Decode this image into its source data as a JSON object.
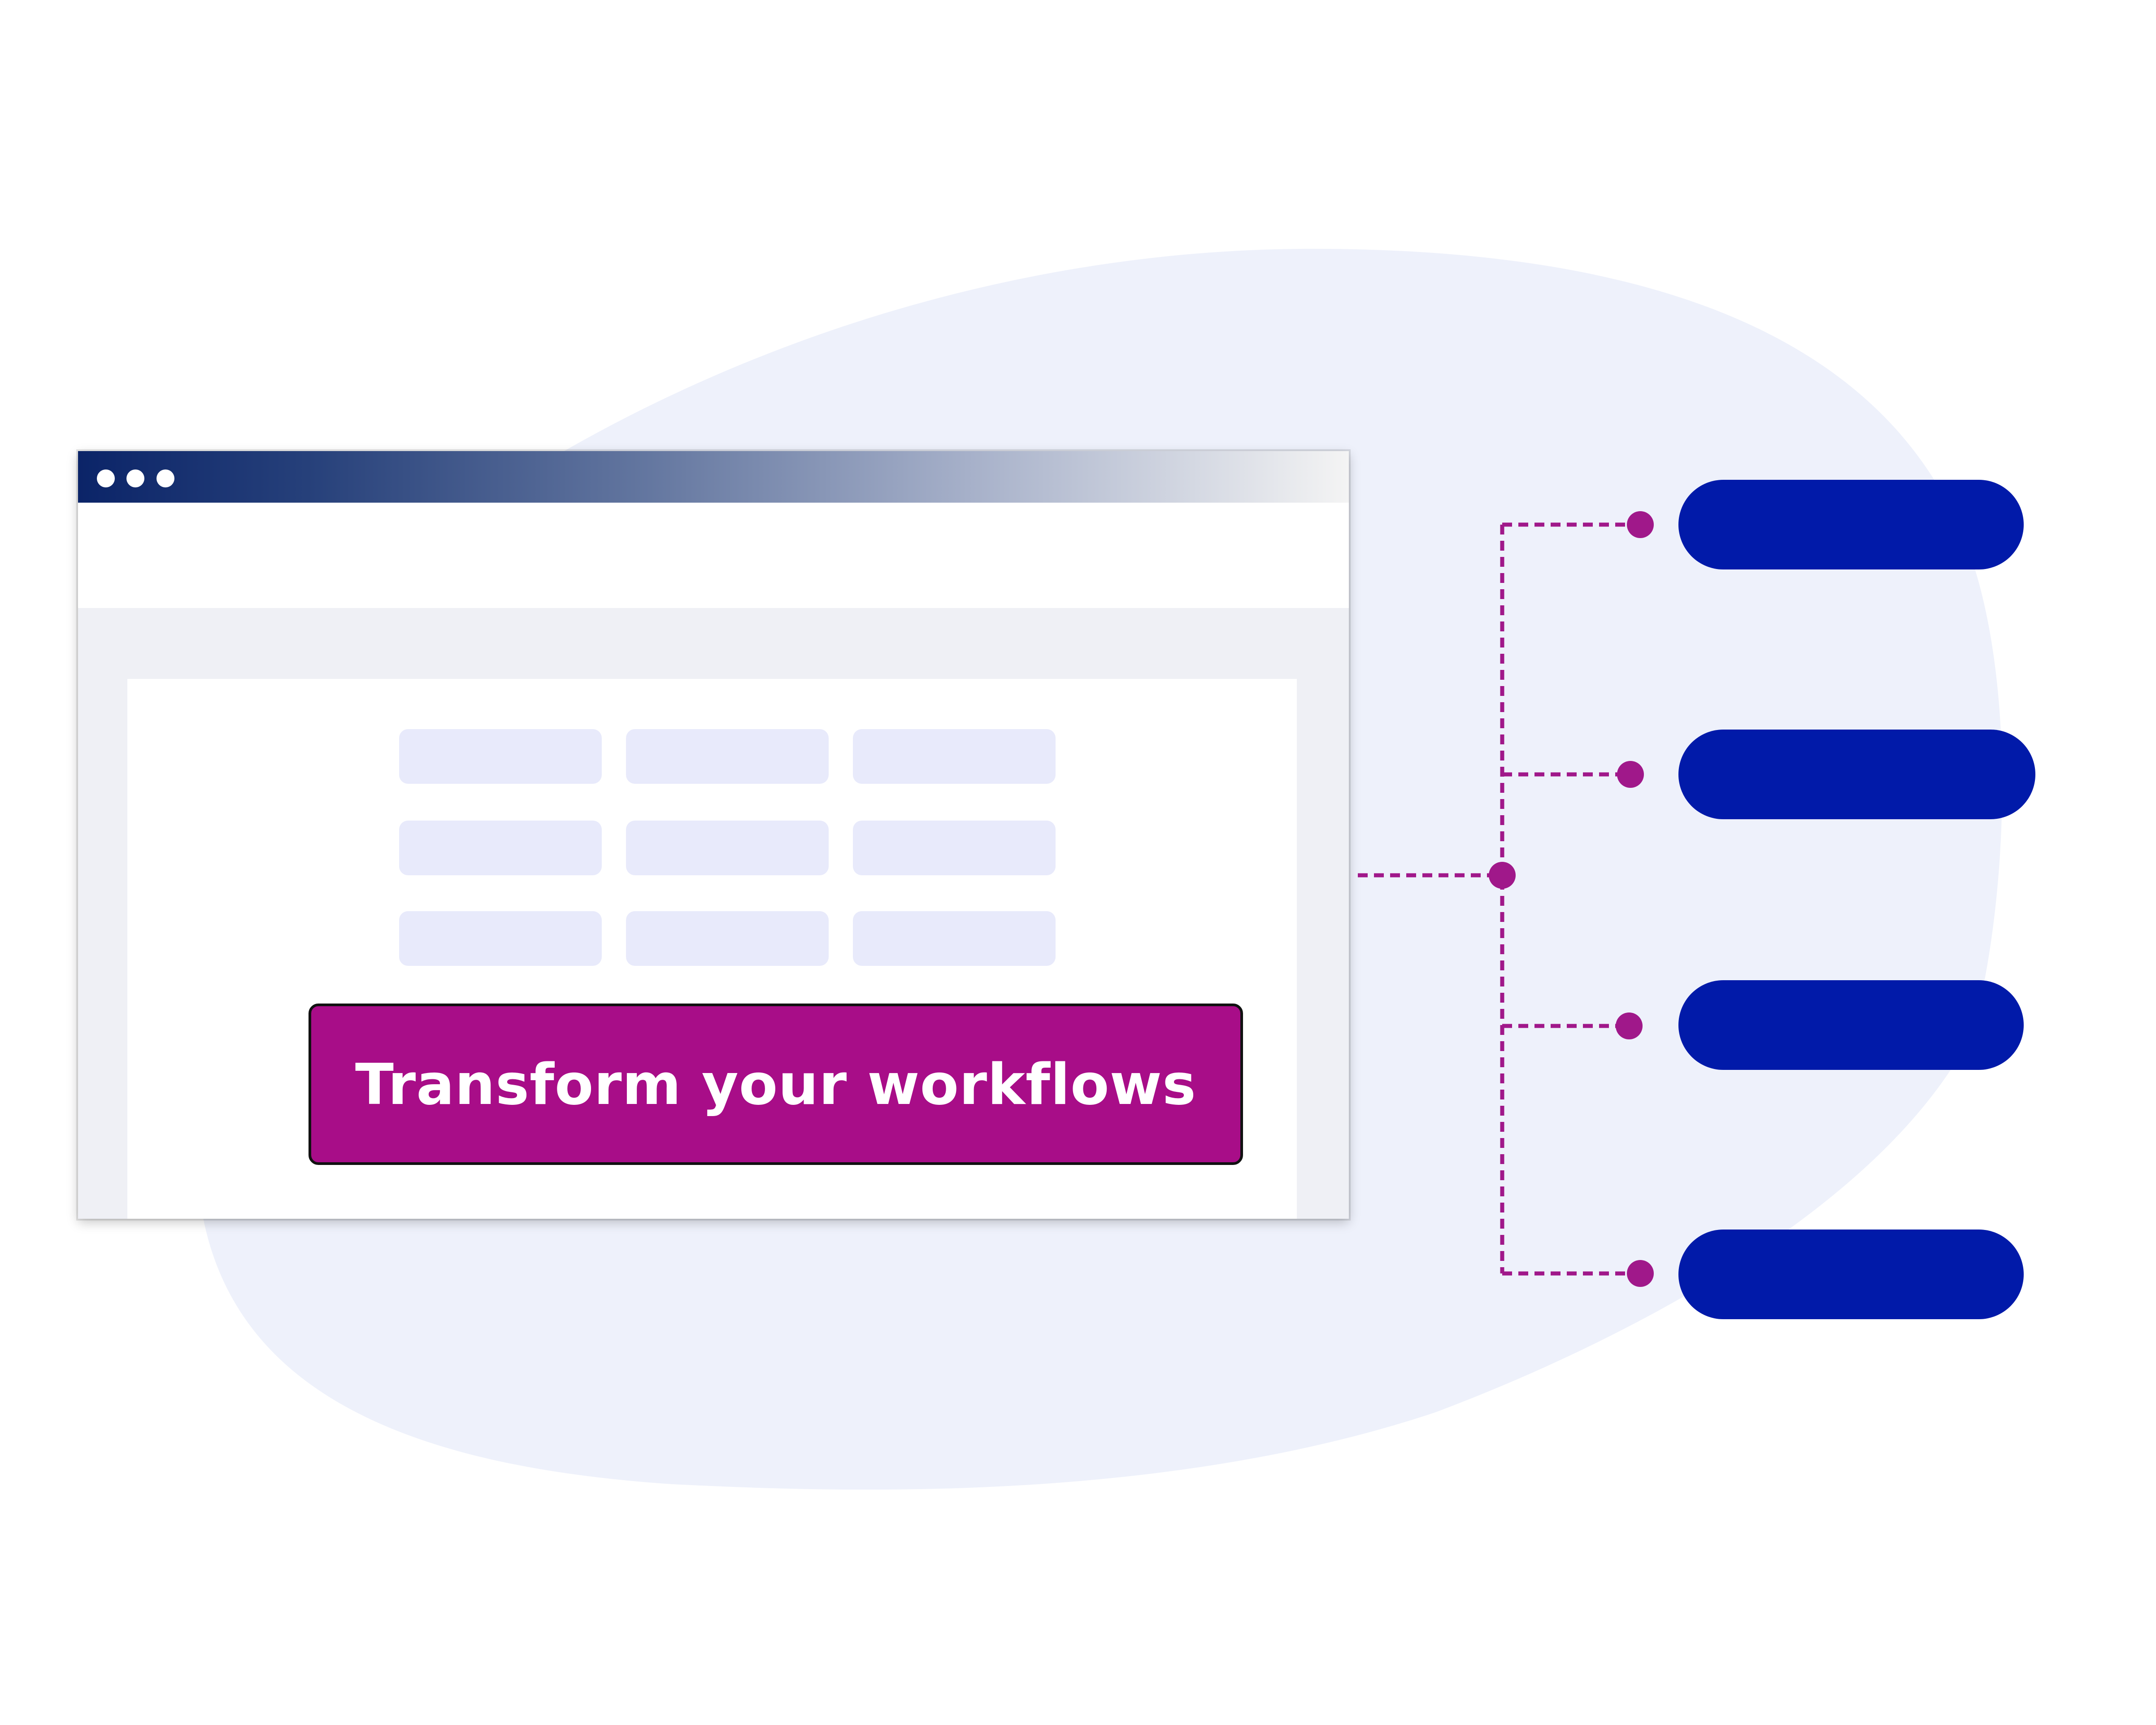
{
  "colors": {
    "background": "#ffffff",
    "blob": "#eef1fb",
    "titlebar_start": "#0b2468",
    "content_gray": "#eff0f5",
    "tile": "#e8eafb",
    "accent_magenta": "#a80d88",
    "connector": "#a0188a",
    "pill_blue": "#011aa9"
  },
  "window": {
    "controls": [
      "window-dot",
      "window-dot",
      "window-dot"
    ]
  },
  "cta": {
    "label": "Transform your workflows"
  },
  "grid": {
    "rows": 3,
    "cols": 3
  },
  "outputs": {
    "count": 4
  }
}
